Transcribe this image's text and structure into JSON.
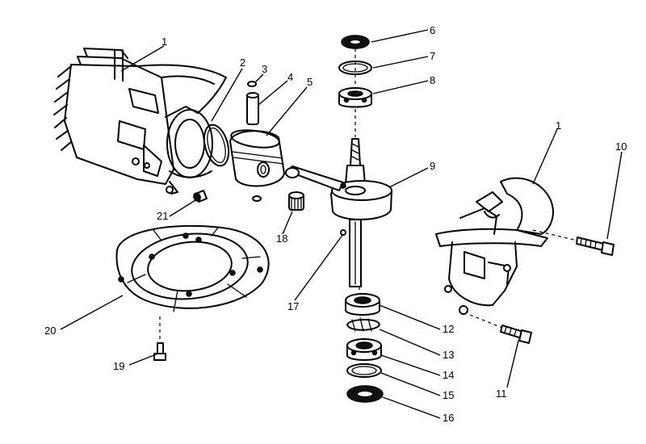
{
  "diagram": {
    "type": "exploded-parts-view",
    "callouts": [
      {
        "id": "1a",
        "number": "1"
      },
      {
        "id": "2",
        "number": "2"
      },
      {
        "id": "3",
        "number": "3"
      },
      {
        "id": "4",
        "number": "4"
      },
      {
        "id": "5",
        "number": "5"
      },
      {
        "id": "6",
        "number": "6"
      },
      {
        "id": "7",
        "number": "7"
      },
      {
        "id": "8",
        "number": "8"
      },
      {
        "id": "9",
        "number": "9"
      },
      {
        "id": "1b",
        "number": "1"
      },
      {
        "id": "10",
        "number": "10"
      },
      {
        "id": "11",
        "number": "11"
      },
      {
        "id": "12",
        "number": "12"
      },
      {
        "id": "13",
        "number": "13"
      },
      {
        "id": "14",
        "number": "14"
      },
      {
        "id": "15",
        "number": "15"
      },
      {
        "id": "16",
        "number": "16"
      },
      {
        "id": "17",
        "number": "17"
      },
      {
        "id": "18",
        "number": "18"
      },
      {
        "id": "19",
        "number": "19"
      },
      {
        "id": "20",
        "number": "20"
      },
      {
        "id": "21",
        "number": "21"
      }
    ]
  }
}
